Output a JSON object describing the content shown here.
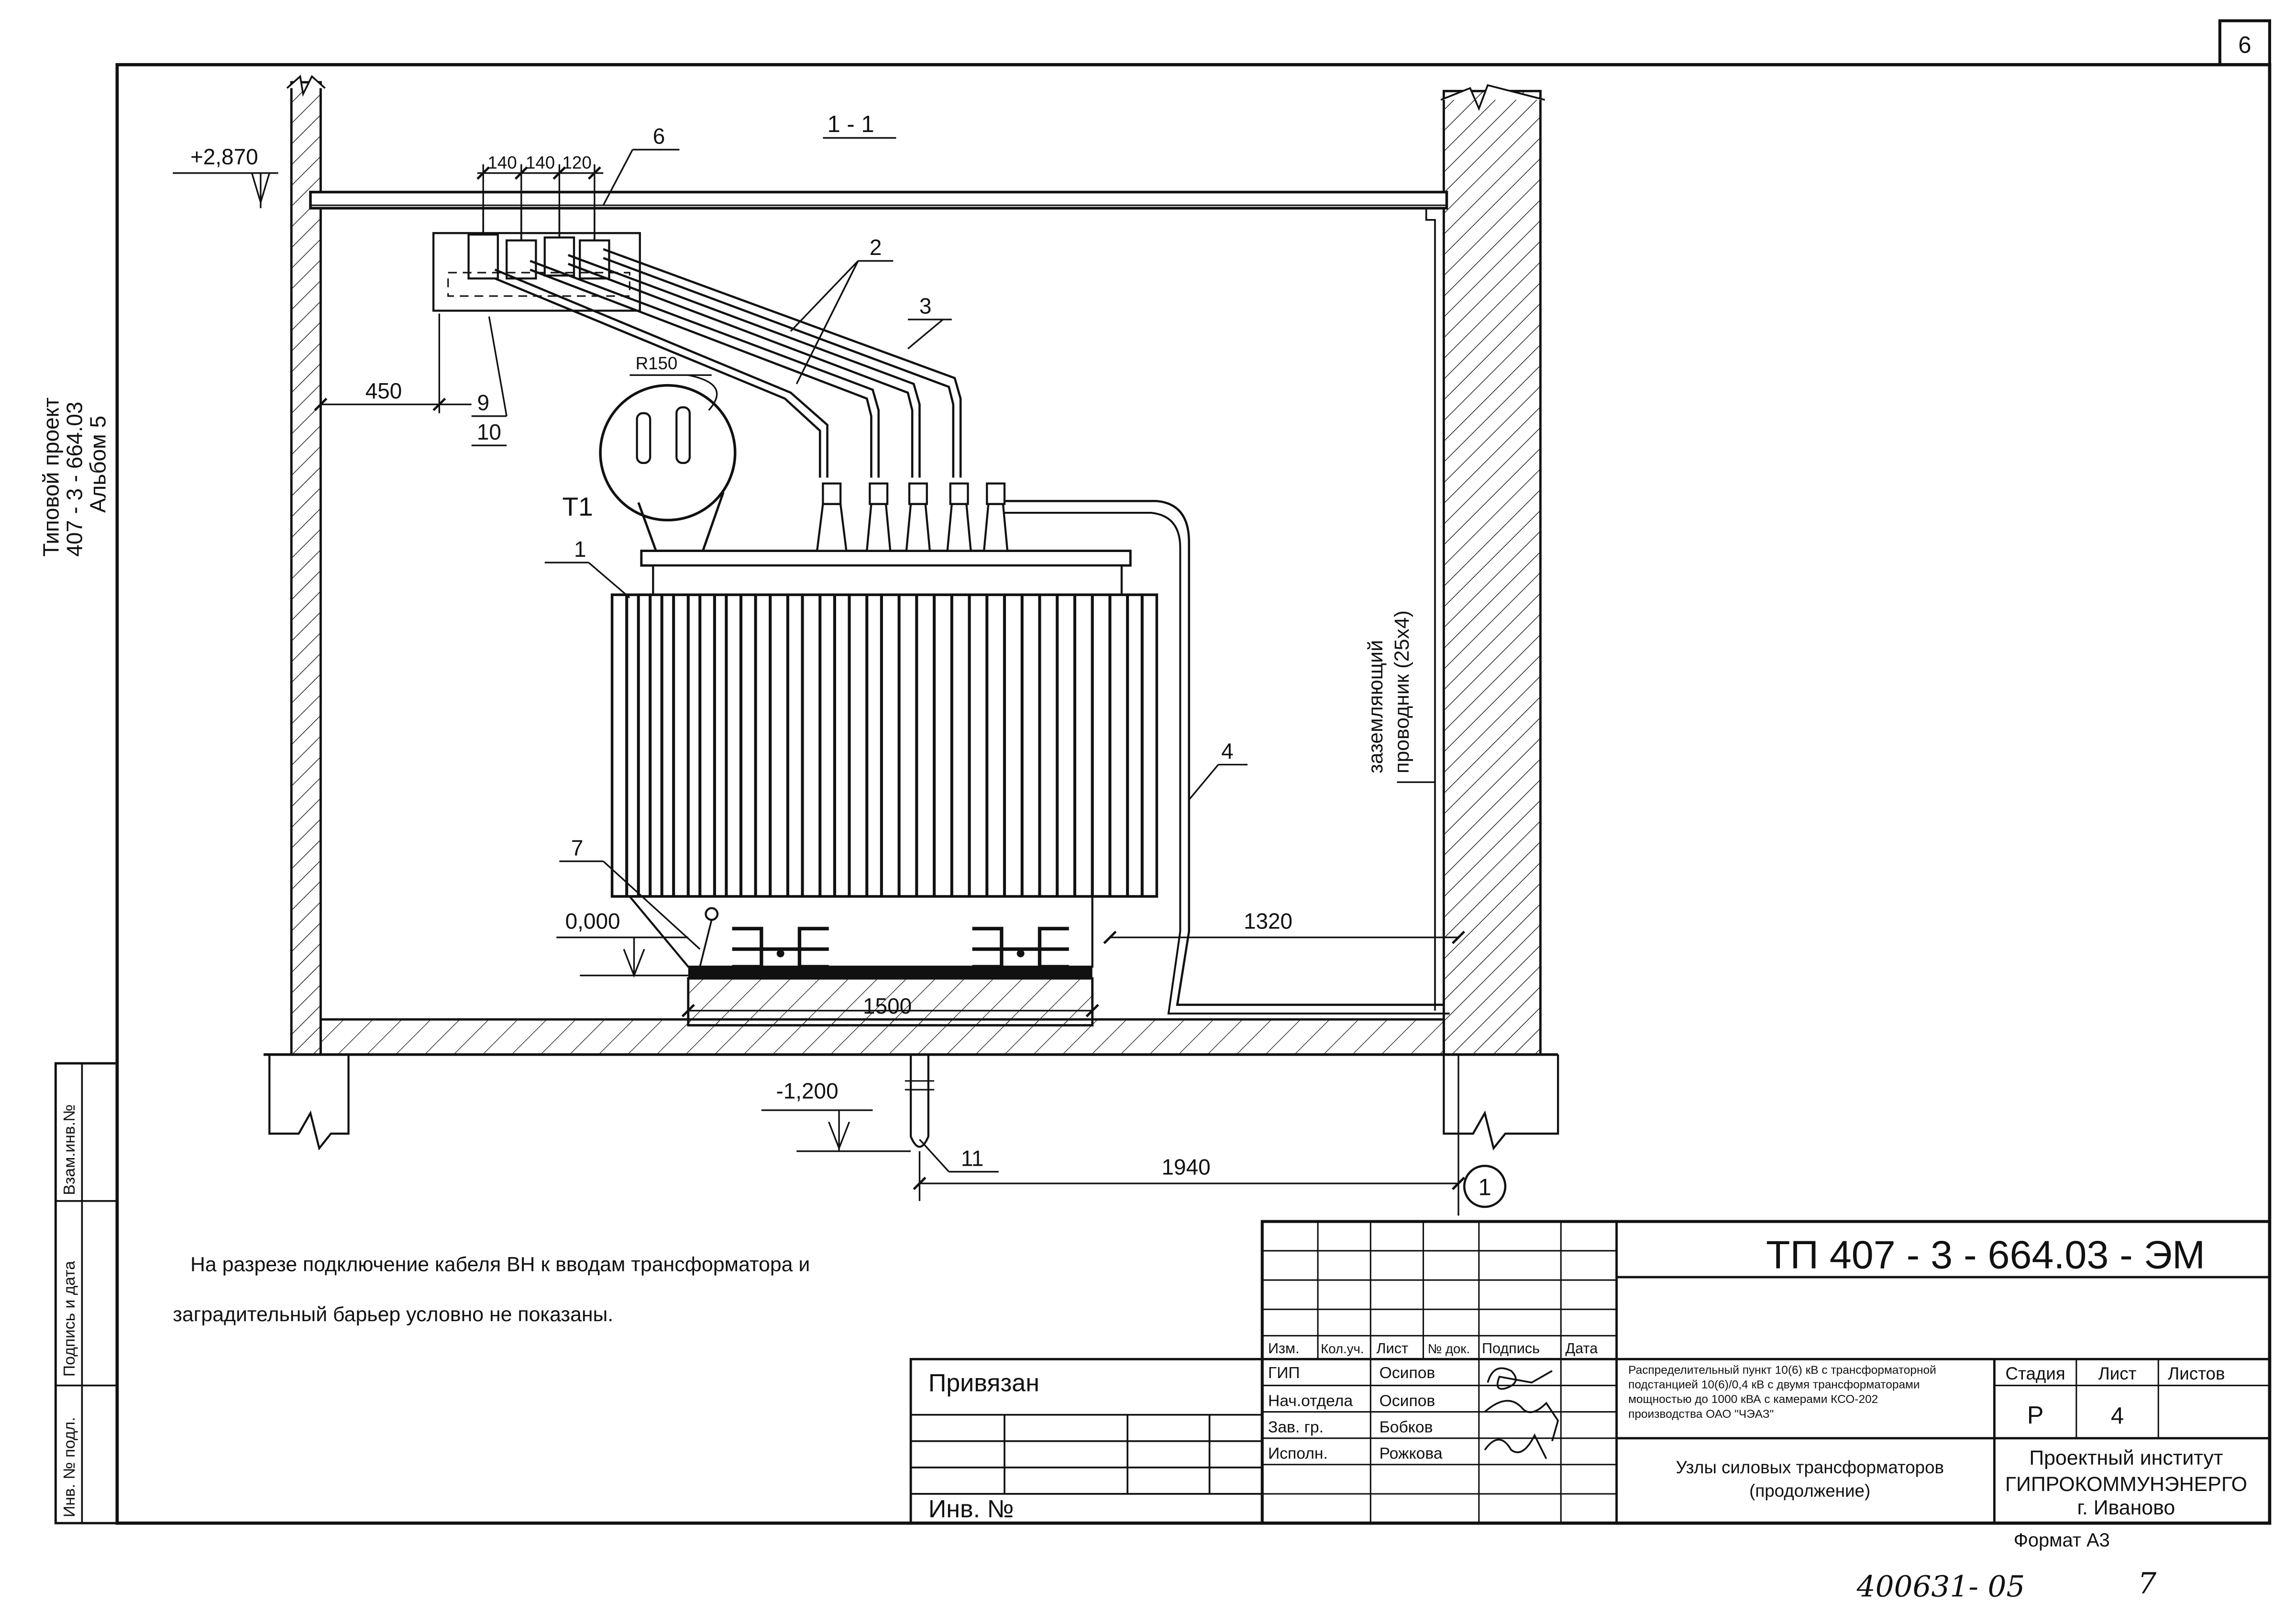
{
  "sheet": {
    "sheet_number": "6",
    "section_label": "1 - 1",
    "margin_project": {
      "line1": "Типовой проект",
      "line2": "407 - 3 - 664.03",
      "line3": "Альбом 5"
    },
    "side_stamp": {
      "inv_orig": "Инв. № подл.",
      "sign_date": "Подпись и дата",
      "vzam_inv": "Взам.инв.№"
    },
    "format": "Формат А3",
    "handwritten_number": "400631- 05",
    "handwritten_mark": "7"
  },
  "drawing": {
    "elevations": {
      "top": "+2,870",
      "floor": "0,000",
      "pit": "-1,200"
    },
    "dimensions": {
      "d140a": "140",
      "d140b": "140",
      "d120": "120",
      "wall_gap": "450",
      "radius": "R150",
      "to_wall": "1320",
      "base": "1500",
      "axis": "1940"
    },
    "callouts": {
      "c1": "1",
      "c2": "2",
      "c3": "3",
      "c4": "4",
      "c6": "6",
      "c7": "7",
      "c9": "9",
      "c10": "10",
      "c11": "11"
    },
    "transformer_label": "Т1",
    "axis_marker": "1",
    "ground_label_line1": "заземляющий",
    "ground_label_line2": "проводник (25х4)"
  },
  "note": {
    "line1": "На разрезе  подключение кабеля ВН к вводам трансформатора и",
    "line2": "заградительный барьер условно не показаны."
  },
  "title_block": {
    "privyazan": "Привязан",
    "inv_no": "Инв. №",
    "doc_code": "ТП  407 - 3 - 664.03 - ЭМ",
    "col_headers": [
      "Изм.",
      "Кол.уч.",
      "Лист",
      "№ док.",
      "Подпись",
      "Дата"
    ],
    "staff": [
      {
        "role": "ГИП",
        "name": "Осипов"
      },
      {
        "role": "Нач.отдела",
        "name": "Осипов"
      },
      {
        "role": "Зав. гр.",
        "name": "Бобков"
      },
      {
        "role": "Исполн.",
        "name": "Рожкова"
      }
    ],
    "description": [
      "Распределительный пункт 10(6) кВ с трансформаторной",
      "подстанцией 10(6)/0,4 кВ с двумя трансформаторами",
      "мощностью до 1000 кВА с камерами КСО-202",
      "производства ОАО \"ЧЭАЗ\""
    ],
    "stage_header": "Стадия",
    "sheet_header": "Лист",
    "sheets_header": "Листов",
    "stage_value": "Р",
    "sheet_value": "4",
    "sheets_value": "",
    "subject_line1": "Узлы силовых трансформаторов",
    "subject_line2": "(продолжение)",
    "org_line1": "Проектный институт",
    "org_line2": "ГИПРОКОММУНЭНЕРГО",
    "org_line3": "г. Иваново"
  }
}
